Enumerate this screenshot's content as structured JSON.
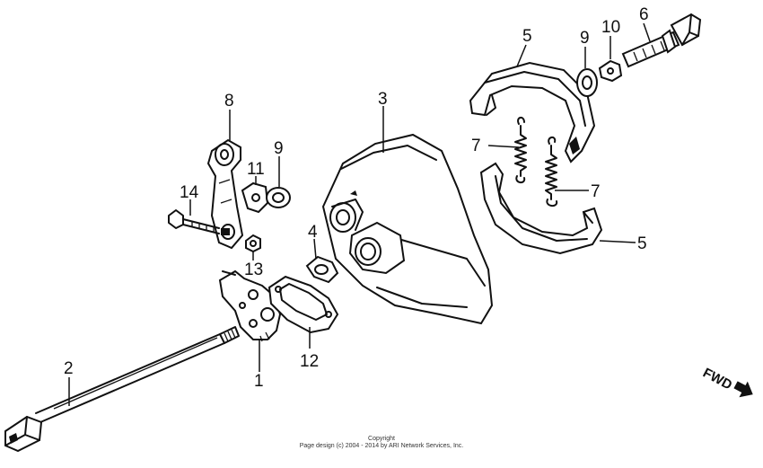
{
  "callouts": {
    "p1": "1",
    "p2": "2",
    "p3": "3",
    "p4": "4",
    "p5a": "5",
    "p5b": "5",
    "p6": "6",
    "p7a": "7",
    "p7b": "7",
    "p8": "8",
    "p9a": "9",
    "p9b": "9",
    "p10": "10",
    "p11": "11",
    "p12": "12",
    "p13": "13",
    "p14": "14"
  },
  "direction_label": "FWD",
  "copyright": {
    "line1": "Copyright",
    "line2": "Page design (c) 2004 - 2014 by ARI Network Services, Inc."
  }
}
